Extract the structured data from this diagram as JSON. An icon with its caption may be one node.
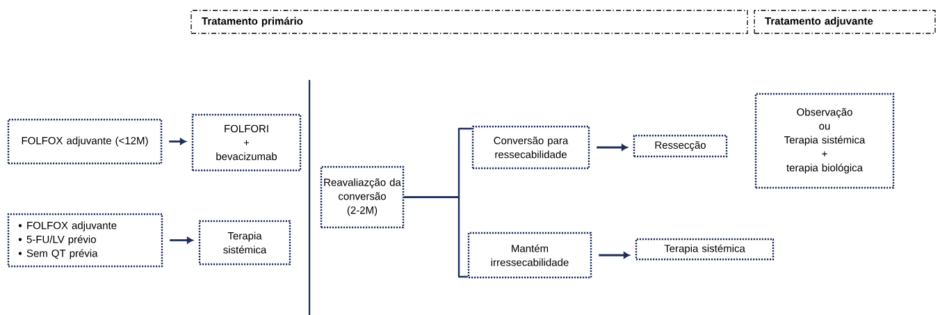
{
  "diagram": {
    "nodes": [
      {
        "text": [
          "Tratamento primário"
        ]
      },
      {
        "text": [
          "Tratamento adjuvante"
        ]
      },
      {
        "text": [
          "FOLFOX adjuvante (<12M)"
        ]
      },
      {
        "text": [
          "FOLFORI",
          "+",
          "bevacizumab"
        ]
      },
      {
        "text": [
          "FOLFOX adjuvante",
          "5-FU/LV prévio",
          "Sem QT prévia"
        ]
      },
      {
        "text": [
          "Terapia sistémica"
        ]
      },
      {
        "text": [
          "Reavaliazção da conversão (2-2M)"
        ]
      },
      {
        "text": [
          "Conversão para ressecabilidade"
        ]
      },
      {
        "text": [
          "Ressecção"
        ]
      },
      {
        "text": [
          "Observação",
          "ou",
          "Terapia sistémica",
          "+",
          "terapia biológica"
        ]
      },
      {
        "text": [
          "Mantém irressecabilidade"
        ]
      },
      {
        "text": [
          "Terapia sistémica"
        ]
      }
    ],
    "edges": [
      {
        "from": 2,
        "to": 3,
        "arrow": "to"
      },
      {
        "from": 4,
        "to": 5,
        "arrow": "to"
      },
      {
        "from": 6,
        "to": 7,
        "arrow": "none"
      },
      {
        "from": 6,
        "to": 10,
        "arrow": "none"
      },
      {
        "from": 7,
        "to": 8,
        "arrow": "to"
      },
      {
        "from": 10,
        "to": 11,
        "arrow": "to"
      }
    ]
  }
}
